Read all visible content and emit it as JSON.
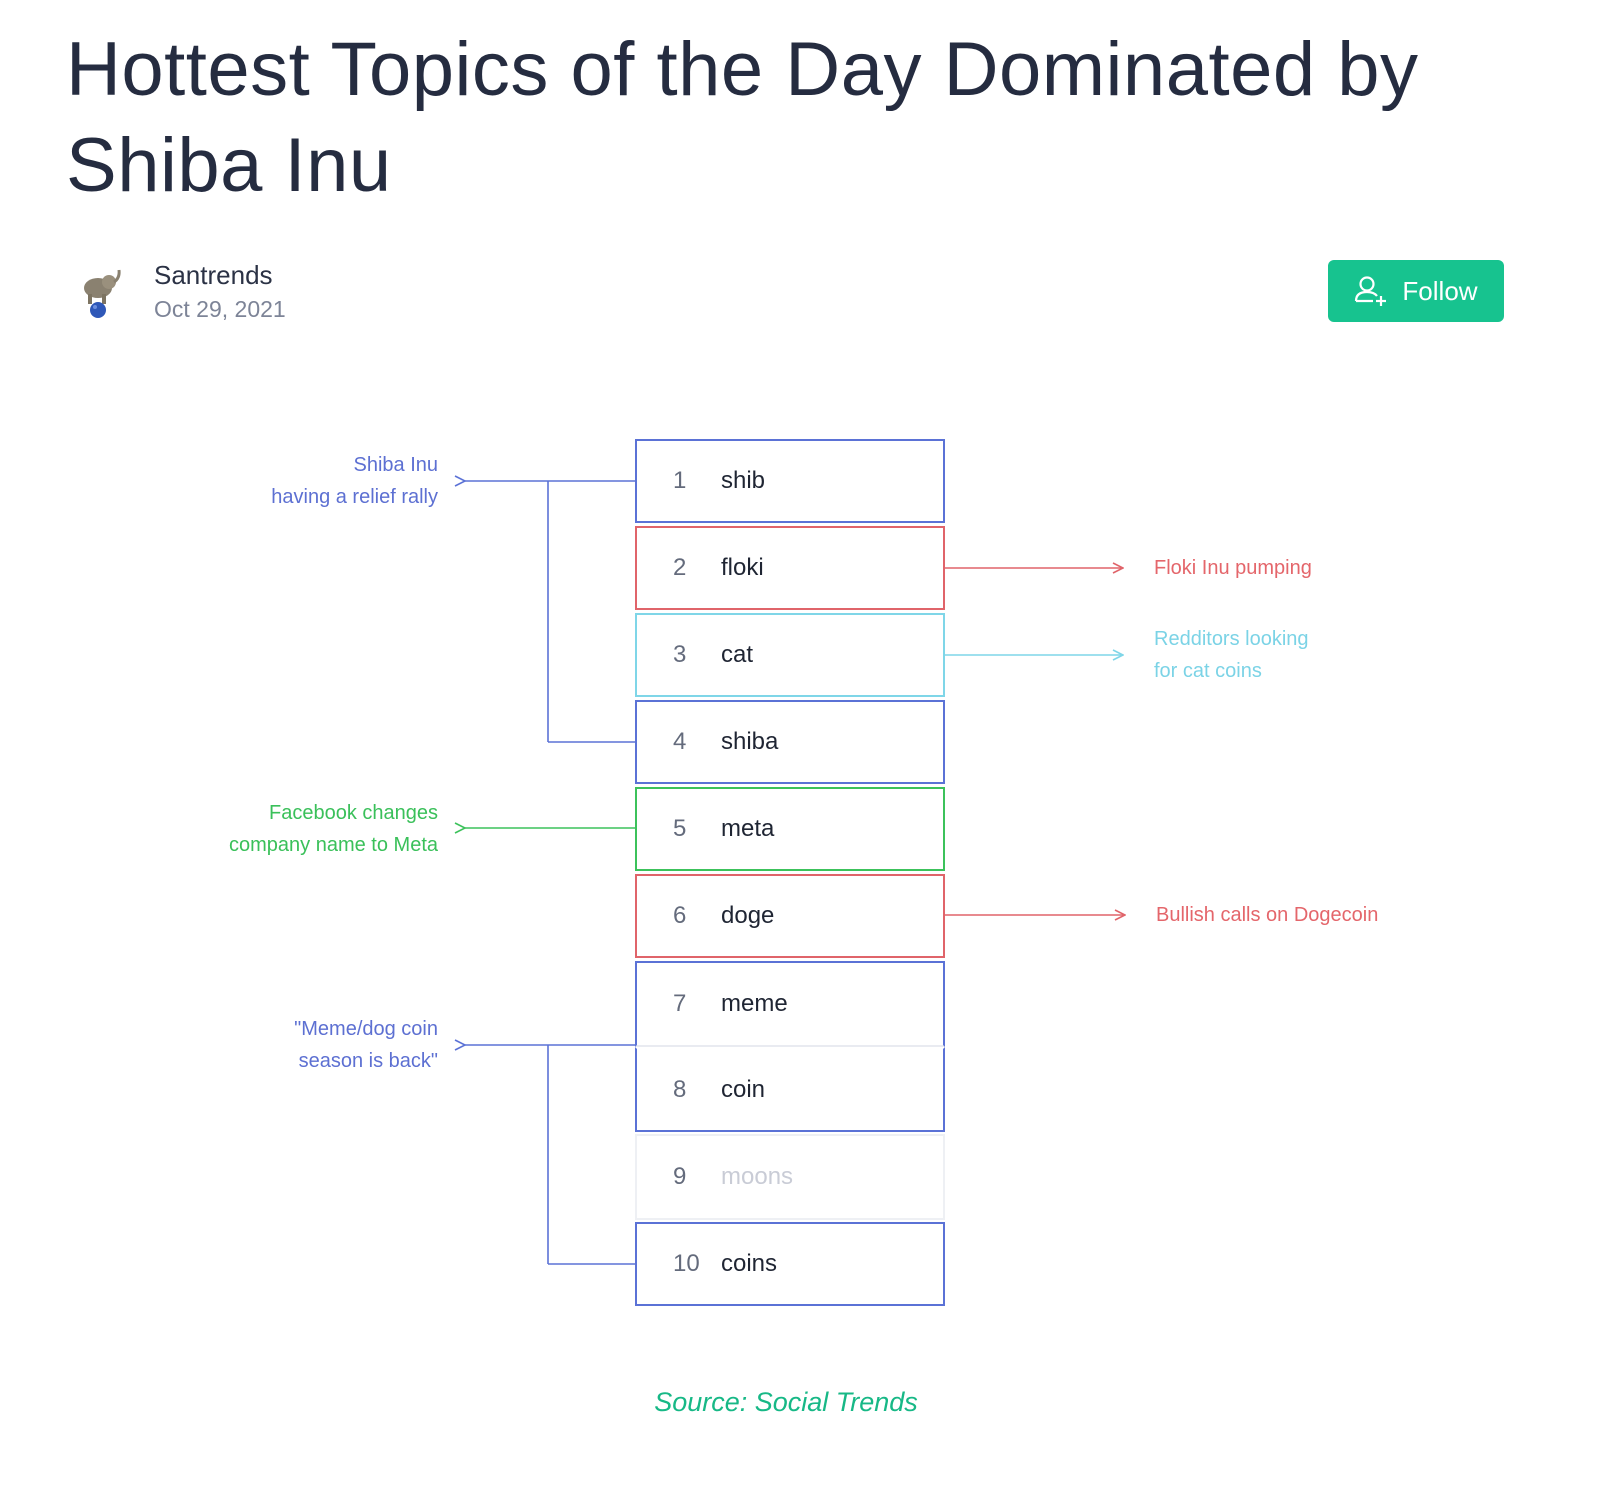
{
  "post": {
    "title": "Hottest Topics of the Day Dominated by Shiba Inu",
    "author": "Santrends",
    "date": "Oct 29, 2021",
    "follow_label": "Follow"
  },
  "topics": [
    {
      "rank": "1",
      "word": "shib",
      "color": "#5b72d6"
    },
    {
      "rank": "2",
      "word": "floki",
      "color": "#e0646a"
    },
    {
      "rank": "3",
      "word": "cat",
      "color": "#7fd6e8"
    },
    {
      "rank": "4",
      "word": "shiba",
      "color": "#5b72d6"
    },
    {
      "rank": "5",
      "word": "meta",
      "color": "#3cc25b"
    },
    {
      "rank": "6",
      "word": "doge",
      "color": "#e0646a"
    },
    {
      "rank": "7",
      "word": "meme",
      "color": "#5b72d6"
    },
    {
      "rank": "8",
      "word": "coin",
      "color": "#5b72d6"
    },
    {
      "rank": "9",
      "word": "moons",
      "color": "#eef0f4"
    },
    {
      "rank": "10",
      "word": "coins",
      "color": "#5b72d6"
    }
  ],
  "annotations": {
    "shiba_line1": "Shiba Inu",
    "shiba_line2": "having a relief rally",
    "floki": "Floki Inu pumping",
    "cat_line1": "Redditors looking",
    "cat_line2": "for cat coins",
    "meta_line1": "Facebook changes",
    "meta_line2": "company name to Meta",
    "doge": "Bullish calls on Dogecoin",
    "meme_line1": "\"Meme/dog coin",
    "meme_line2": "season is back\""
  },
  "source": "Source: Social Trends",
  "colors": {
    "blue": "#5b72d6",
    "red": "#e0646a",
    "cyan": "#7fd6e8",
    "green": "#3cc25b",
    "follow": "#17c38f",
    "source": "#17b886"
  }
}
